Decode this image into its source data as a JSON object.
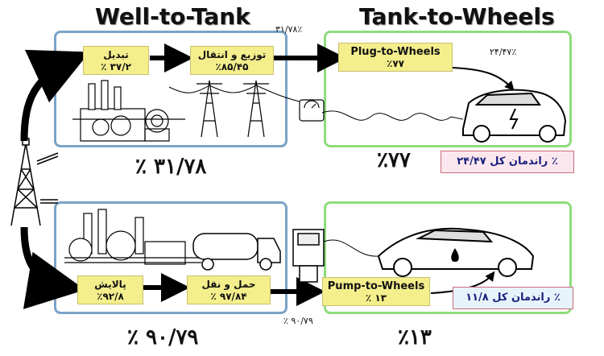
{
  "titles": {
    "well_to_tank": "Well-to-Tank",
    "tank_to_wheels": "Tank-to-Wheels"
  },
  "electric": {
    "conversion": {
      "label": "تبدیل",
      "value": "٪ ۳۷/۲"
    },
    "distribution": {
      "label": "توزیع و انتقال",
      "value": "٪۸۵/۴۵"
    },
    "plug_to_wheels": {
      "label": "Plug-to-Wheels",
      "value": "٪۷۷"
    },
    "wtt_small": "۳۱/۷۸٪",
    "ttw_small": "۲۴/۴۷٪",
    "wtt_big": "٪ ۳۱/۷۸",
    "ttw_big": "٪۷۷",
    "total": "راندمان کل  ۲۴/۴۷  ٪"
  },
  "fuel": {
    "refining": {
      "label": "پالایش",
      "value": "٪۹۲/۸"
    },
    "transport": {
      "label": "حمل و نقل",
      "value": "٪ ۹۷/۸۴"
    },
    "pump_to_wheels": {
      "label": "Pump-to-Wheels",
      "value": "٪ ۱۳"
    },
    "wtt_small": "٪ ۹۰/۷۹",
    "wtt_big": "٪ ۹۰/۷۹",
    "ttw_big": "٪۱۳",
    "total": "راندمان کل ۱۱/۸ ٪"
  },
  "colors": {
    "blue_frame": "#7aa3c8",
    "green_frame": "#8fdc7d",
    "box_fill": "#f4ee8c",
    "eff_top_fill": "#fde7ee",
    "eff_bottom_fill": "#e6f3fb",
    "eff_text": "#1a237e"
  }
}
